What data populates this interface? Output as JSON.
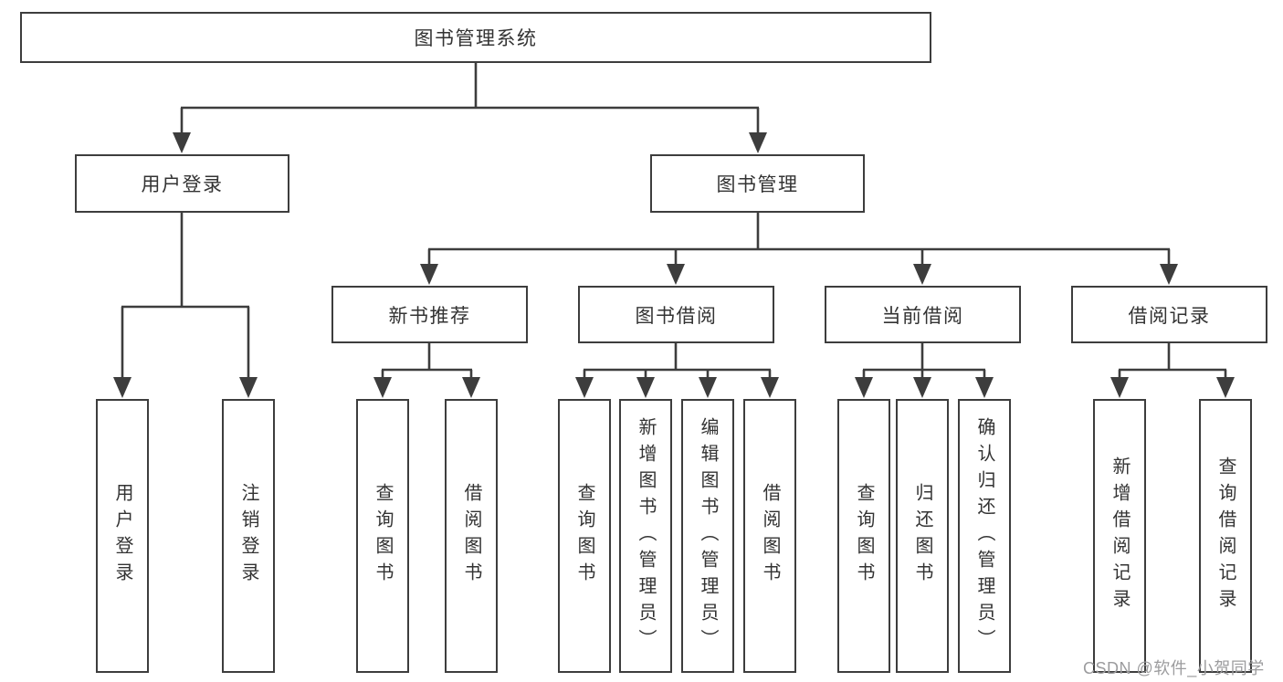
{
  "diagram": {
    "root": {
      "label": "图书管理系统"
    },
    "level2": [
      {
        "label": "用户登录"
      },
      {
        "label": "图书管理"
      }
    ],
    "level3": [
      {
        "label": "新书推荐"
      },
      {
        "label": "图书借阅"
      },
      {
        "label": "当前借阅"
      },
      {
        "label": "借阅记录"
      }
    ],
    "leaves": [
      {
        "label": "用户登录"
      },
      {
        "label": "注销登录"
      },
      {
        "label": "查询图书"
      },
      {
        "label": "借阅图书"
      },
      {
        "label": "查询图书"
      },
      {
        "label": "新增图书（管理员）"
      },
      {
        "label": "编辑图书（管理员）"
      },
      {
        "label": "借阅图书"
      },
      {
        "label": "查询图书"
      },
      {
        "label": "归还图书"
      },
      {
        "label": "确认归还（管理员）"
      },
      {
        "label": "新增借阅记录"
      },
      {
        "label": "查询借阅记录"
      }
    ],
    "colors": {
      "line": "#3d3d3d",
      "border": "#3d3d3d",
      "text": "#333333",
      "watermark": "#9c9c9e",
      "background": "#ffffff"
    }
  },
  "watermark": {
    "text": "CSDN @软件_小贺同学"
  }
}
